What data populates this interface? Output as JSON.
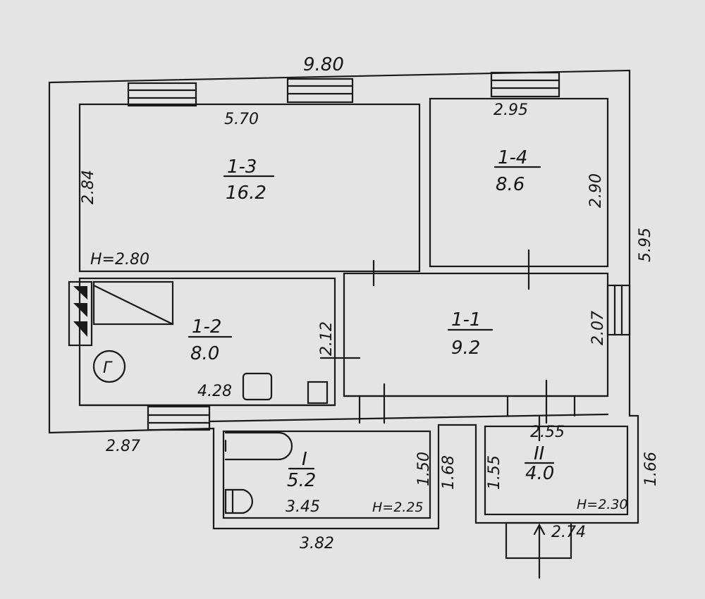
{
  "overall": {
    "width": "9.80",
    "depth": "5.95"
  },
  "rooms": [
    {
      "id": "1-3",
      "area": "16.2",
      "width": "5.70",
      "depth": "2.84",
      "height": "H=2.80"
    },
    {
      "id": "1-4",
      "area": "8.6",
      "width": "2.95",
      "depth": "2.90"
    },
    {
      "id": "1-2",
      "area": "8.0",
      "width": "4.28",
      "depth": "2.12",
      "stove_mark": "Г"
    },
    {
      "id": "1-1",
      "area": "9.2",
      "depth": "2.07"
    },
    {
      "id": "I",
      "area": "5.2",
      "width": "3.45",
      "depth": "1.50",
      "height": "H=2.25",
      "outer_width": "3.82",
      "outer_depth": "1.68"
    },
    {
      "id": "II",
      "area": "4.0",
      "width": "2.55",
      "depth": "1.55",
      "height": "H=2.30",
      "outer_width": "2.74",
      "outer_depth": "1.66"
    }
  ],
  "extra_dims": {
    "left_bottom": "2.87"
  }
}
